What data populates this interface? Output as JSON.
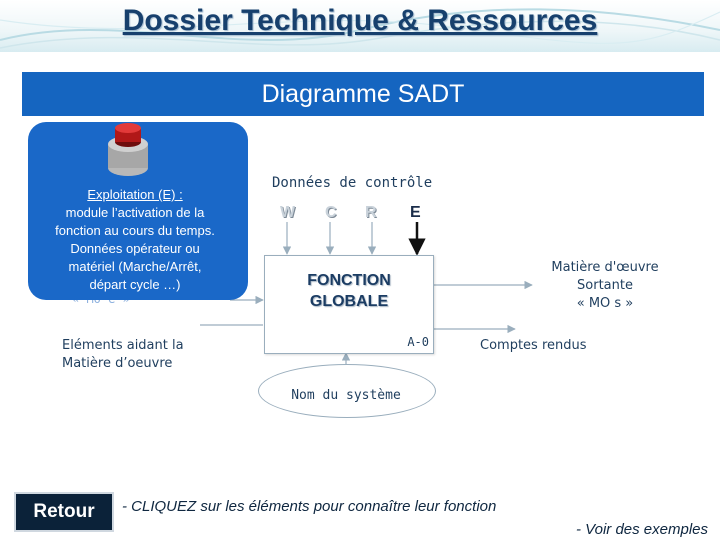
{
  "header": {
    "title": "Dossier Technique & Ressources"
  },
  "banner": {
    "title": "Diagramme SADT"
  },
  "diagram": {
    "control_label": "Données de contrôle",
    "controls": [
      "W",
      "C",
      "R",
      "E"
    ],
    "function_line1": "FONCTION",
    "function_line2": "GLOBALE",
    "function_code": "A-0",
    "input_partial": "« MO e »",
    "output_line1": "Matière d'œuvre",
    "output_line2": "Sortante",
    "output_line3": "« MO s »",
    "support_line1": "Eléments aidant la",
    "support_line2": "Matière d’oeuvre",
    "reports": "Comptes rendus",
    "system_name": "Nom du système"
  },
  "popup": {
    "heading": "Exploitation (E) :",
    "line1": "module l’activation de la",
    "line2": "fonction au cours du temps.",
    "line3": "Données opérateur ou",
    "line4": "matériel (Marche/Arrêt,",
    "line5": "départ cycle …)"
  },
  "footer": {
    "back_label": "Retour",
    "instruction": "- CLIQUEZ sur les éléments pour connaître leur fonction",
    "examples_link": "- Voir des exemples"
  },
  "colors": {
    "title": "#17406d",
    "banner": "#1565c0",
    "popup": "#1a68c8",
    "text": "#1f3e5e",
    "button": "#0b2239"
  }
}
